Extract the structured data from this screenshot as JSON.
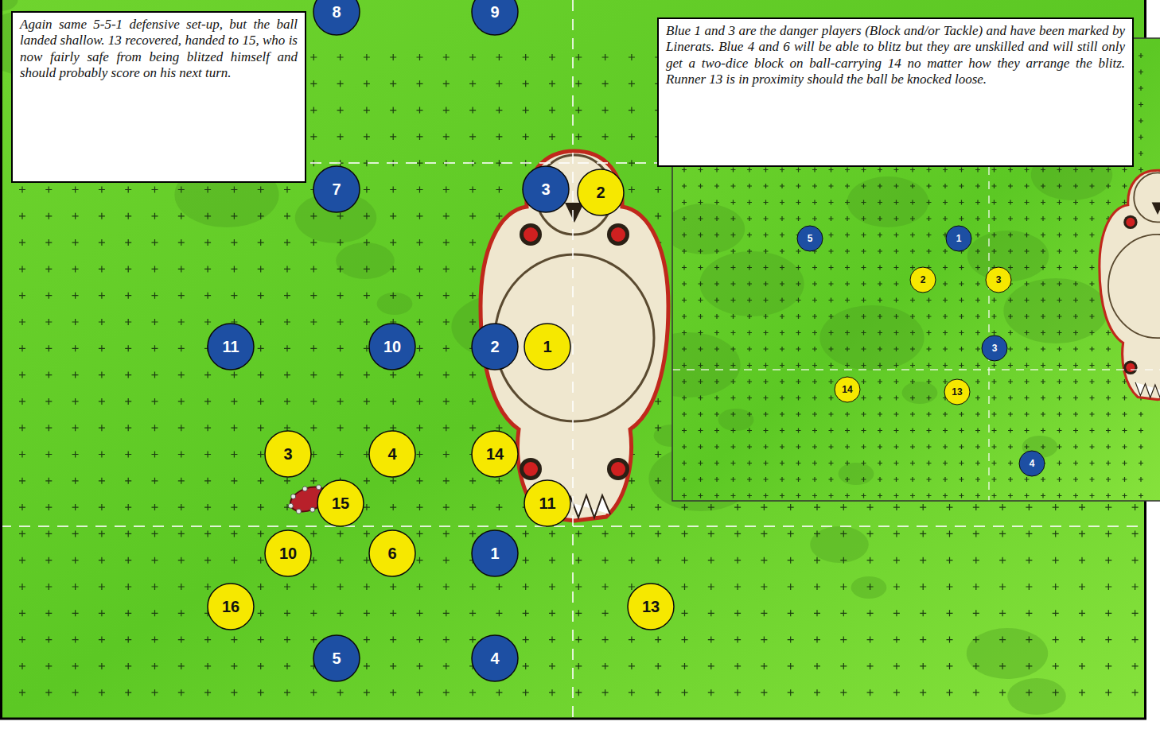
{
  "diagram": {
    "nodes": [
      {
        "text": [
          "Again same 5-5-1 defensive set-up, but the ball landed shallow. 13 recovered, handed to 15, who is now fairly safe from being blitzed himself and should probably score on his next turn."
        ]
      },
      {
        "text": [
          "8"
        ]
      },
      {
        "text": [
          "9"
        ]
      },
      {
        "text": [
          "Blue 1 and 3 are the danger players (Block and/or Tackle) and have been marked by Linerats. Blue 4 and 6 will be able to blitz but they are unskilled and will still only get a two-dice block on ball-carrying 14 no matter how they arrange the blitz. Runner 13 is in proximity should the ball be knocked loose."
        ]
      },
      {
        "text": [
          "7"
        ]
      },
      {
        "text": [
          "3"
        ]
      },
      {
        "text": [
          "2"
        ]
      },
      {
        "text": [
          "11"
        ]
      },
      {
        "text": [
          "10"
        ]
      },
      {
        "text": [
          "2"
        ]
      },
      {
        "text": [
          "1"
        ]
      },
      {
        "text": [
          "3"
        ]
      },
      {
        "text": [
          "4"
        ]
      },
      {
        "text": [
          "14"
        ]
      },
      {
        "text": [
          "15"
        ]
      },
      {
        "text": [
          "11"
        ]
      },
      {
        "text": [
          "10"
        ]
      },
      {
        "text": [
          "6"
        ]
      },
      {
        "text": [
          "1"
        ]
      },
      {
        "text": [
          "16"
        ]
      },
      {
        "text": [
          "13"
        ]
      },
      {
        "text": [
          "5"
        ]
      },
      {
        "text": [
          "4"
        ]
      },
      {
        "text": [
          "5"
        ]
      },
      {
        "text": [
          "1"
        ]
      },
      {
        "text": [
          "2"
        ]
      },
      {
        "text": [
          "3"
        ]
      },
      {
        "text": [
          "3"
        ]
      },
      {
        "text": [
          "14"
        ]
      },
      {
        "text": [
          "13"
        ]
      },
      {
        "text": [
          "4"
        ]
      }
    ]
  }
}
